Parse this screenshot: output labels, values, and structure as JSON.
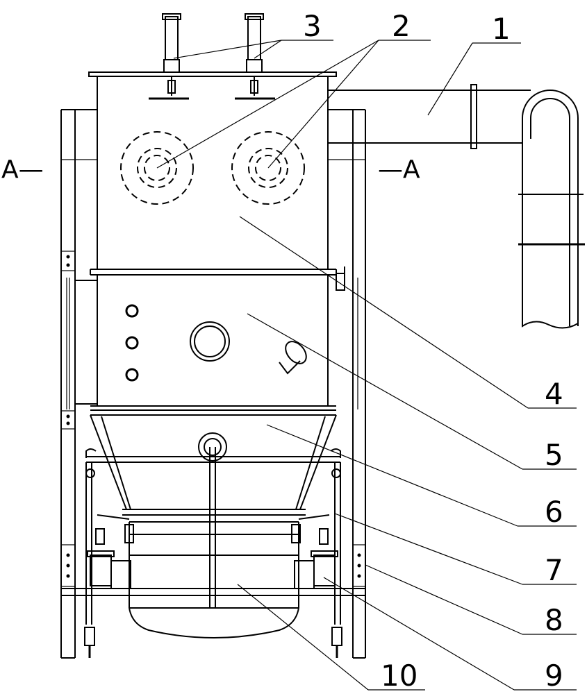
{
  "labels": {
    "l1": "1",
    "l2": "2",
    "l3": "3",
    "l4": "4",
    "l5": "5",
    "l6": "6",
    "l7": "7",
    "l8": "8",
    "l9": "9",
    "l10": "10"
  },
  "section": {
    "left": "A—",
    "right": "—A"
  }
}
